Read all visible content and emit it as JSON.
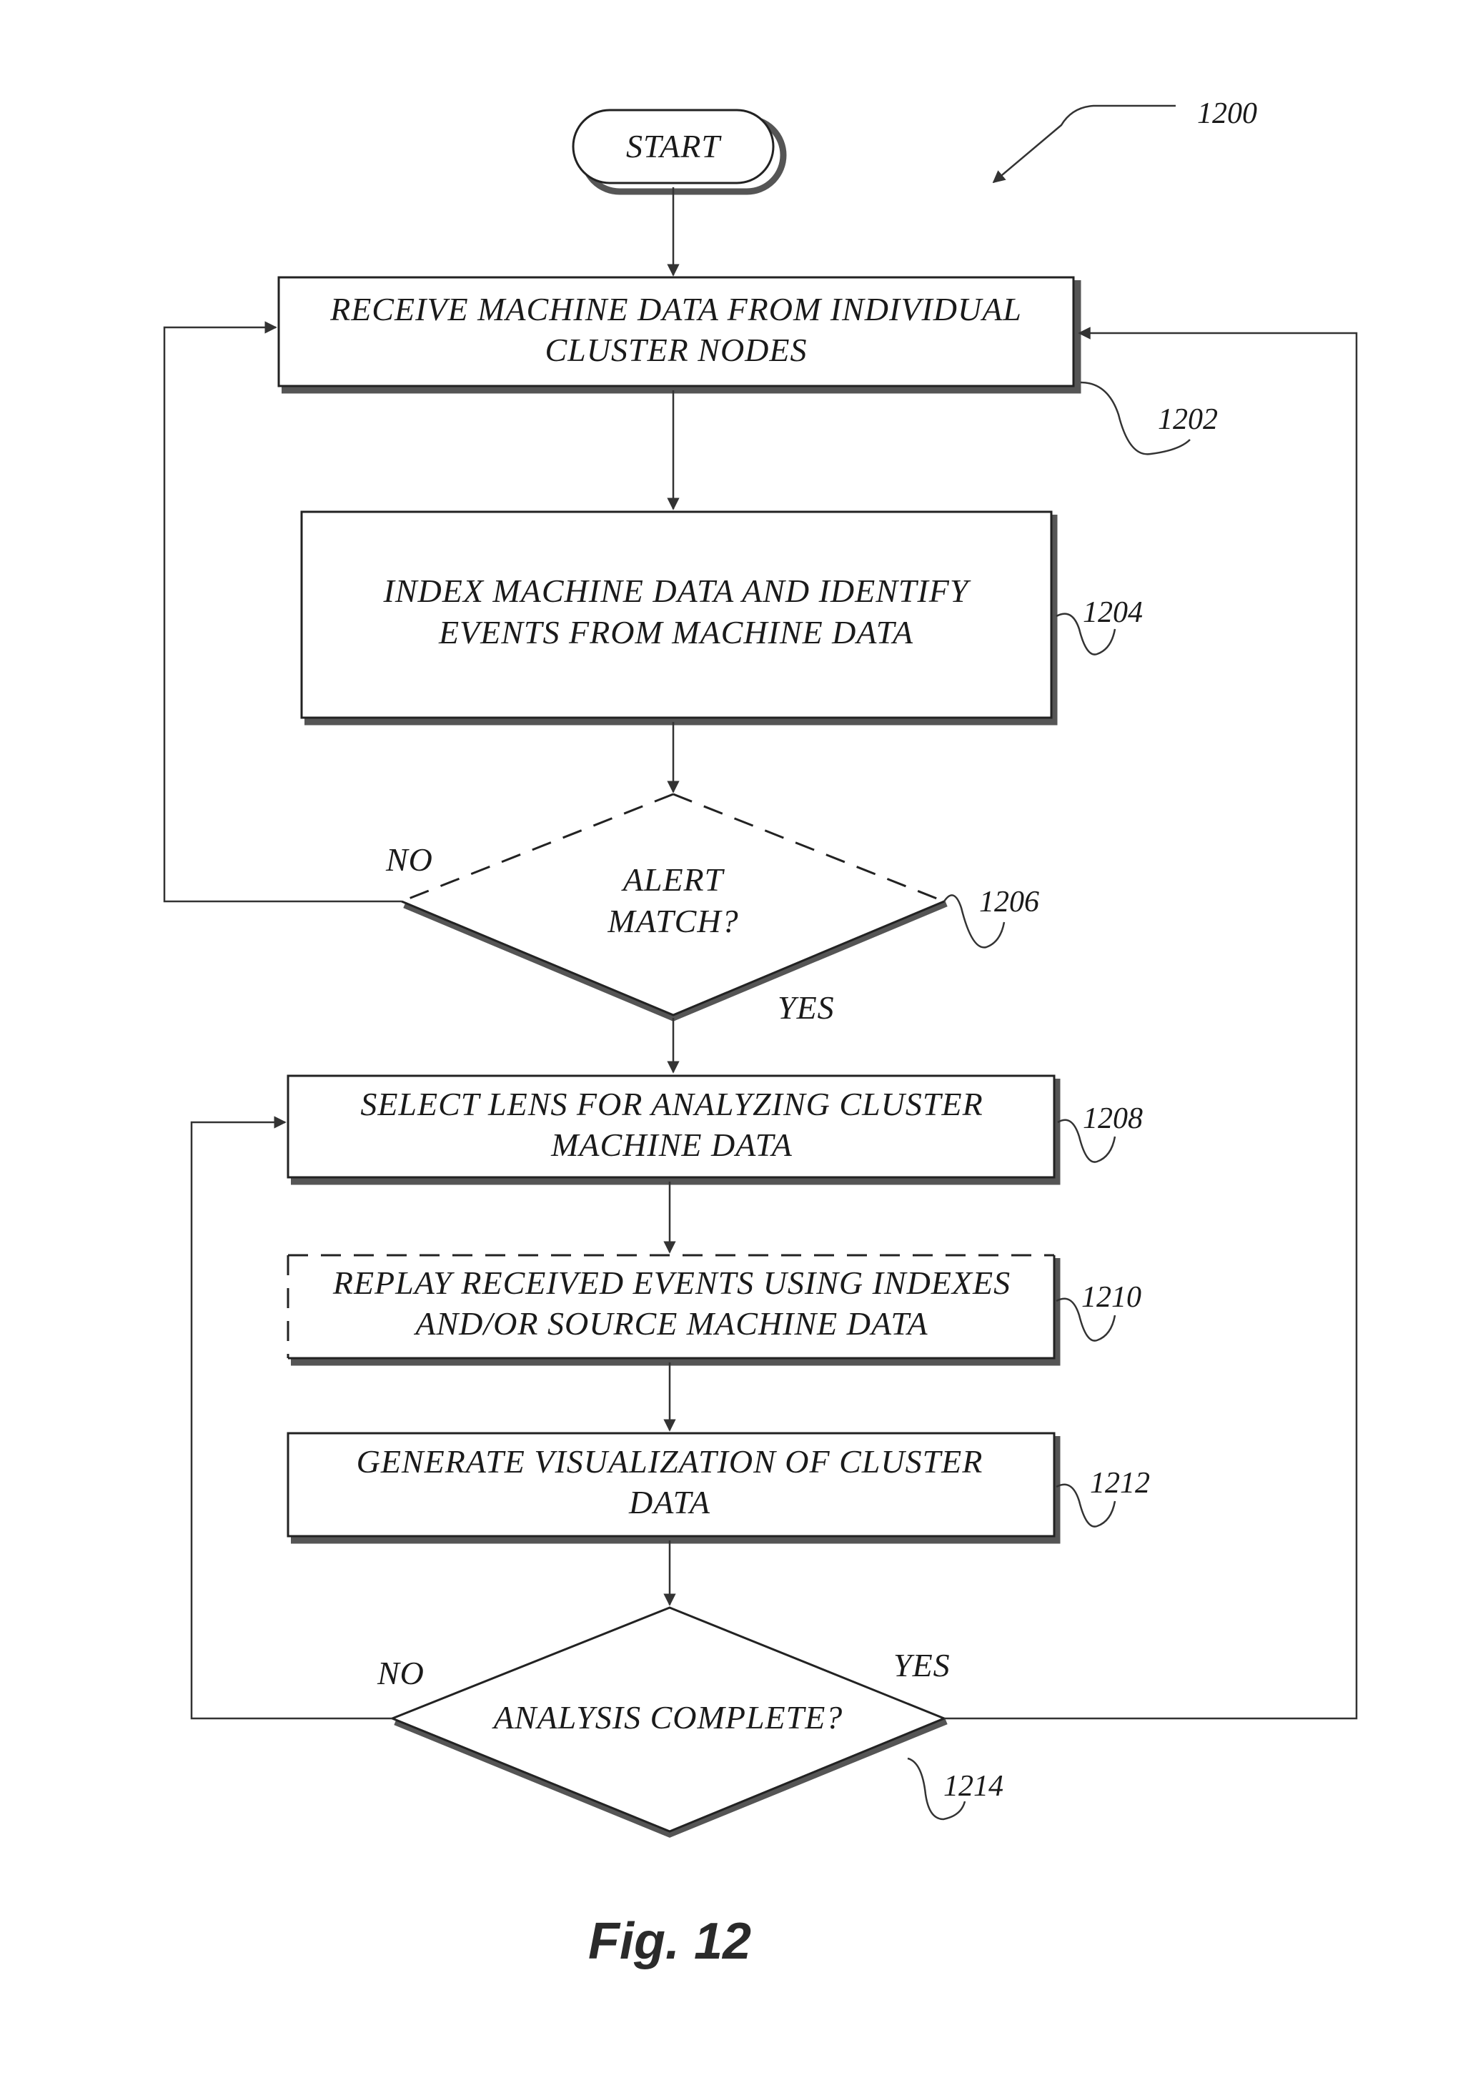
{
  "figure": {
    "caption": "Fig. 12",
    "reference_number": "1200",
    "start": {
      "label": "START"
    },
    "nodes": [
      {
        "id": "1202",
        "type": "process",
        "lines": [
          "RECEIVE MACHINE DATA FROM INDIVIDUAL",
          "CLUSTER NODES"
        ]
      },
      {
        "id": "1204",
        "type": "process",
        "lines": [
          "INDEX MACHINE DATA AND IDENTIFY",
          "EVENTS FROM MACHINE DATA"
        ]
      },
      {
        "id": "1206",
        "type": "decision",
        "lines": [
          "ALERT",
          "MATCH?"
        ],
        "no_label": "NO",
        "yes_label": "YES"
      },
      {
        "id": "1208",
        "type": "process",
        "lines": [
          "SELECT LENS FOR ANALYZING CLUSTER",
          "MACHINE DATA"
        ]
      },
      {
        "id": "1210",
        "type": "process",
        "lines": [
          "REPLAY RECEIVED EVENTS USING INDEXES",
          "AND/OR SOURCE MACHINE DATA"
        ]
      },
      {
        "id": "1212",
        "type": "process",
        "lines": [
          "GENERATE VISUALIZATION OF CLUSTER",
          "DATA"
        ]
      },
      {
        "id": "1214",
        "type": "decision",
        "lines": [
          "ANALYSIS COMPLETE?"
        ],
        "no_label": "NO",
        "yes_label": "YES"
      }
    ]
  }
}
